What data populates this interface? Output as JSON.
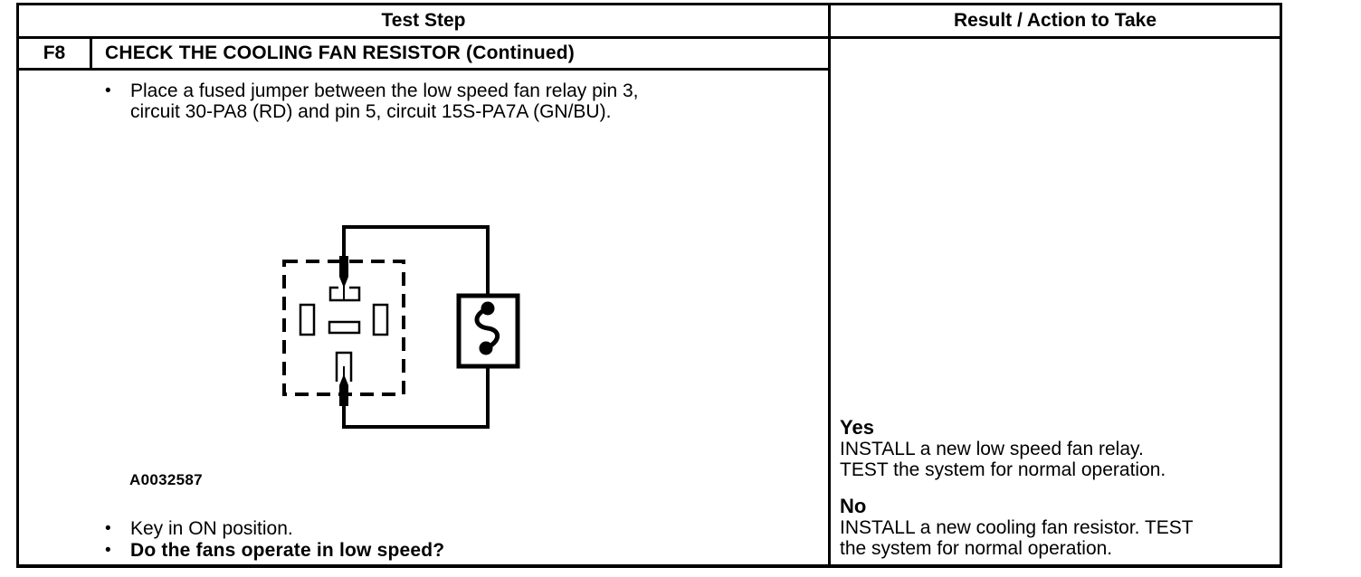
{
  "page": {
    "background": "#ffffff",
    "ink": "#000000",
    "bullet_glyph": "•"
  },
  "table": {
    "columns": [
      {
        "label": "Test Step"
      },
      {
        "label": "Result / Action to Take"
      }
    ]
  },
  "step": {
    "id": "F8",
    "title": "CHECK THE COOLING FAN RESISTOR (Continued)",
    "instruction": {
      "lines": [
        "Place a fused jumper between the low speed fan relay pin 3,",
        "circuit 30-PA8 (RD) and pin 5, circuit 15S-PA7A (GN/BU)."
      ]
    },
    "figure": {
      "label": "A0032587"
    },
    "checks": [
      {
        "text": "Key in ON position."
      },
      {
        "text": "Do the fans operate in low speed?"
      }
    ],
    "results": [
      {
        "answer": "Yes",
        "lines": [
          "INSTALL a new low speed fan relay.",
          "TEST the system for normal operation."
        ]
      },
      {
        "answer": "No",
        "lines": [
          "INSTALL a new cooling fan resistor. TEST",
          "the system for normal operation."
        ]
      }
    ]
  }
}
